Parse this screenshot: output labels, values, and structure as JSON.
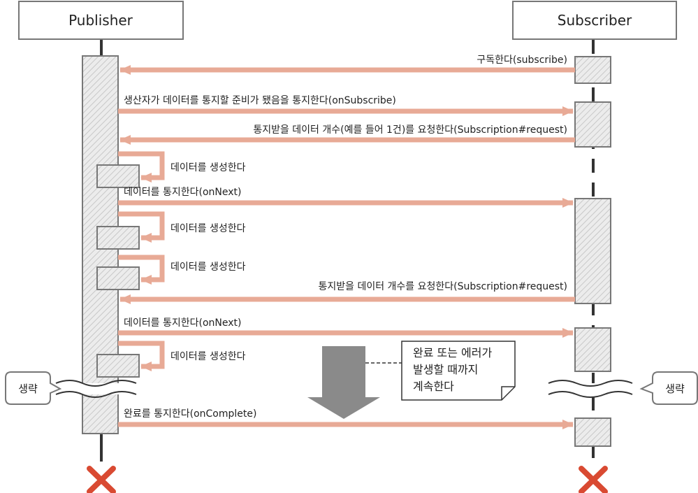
{
  "participants": {
    "publisher": "Publisher",
    "subscriber": "Subscriber"
  },
  "messages": {
    "subscribe": "구독한다(subscribe)",
    "on_subscribe": "생산자가 데이터를 통지할 준비가 됐음을 통지한다(onSubscribe)",
    "request_1": "통지받을 데이터 개수(예를 들어 1건)를 요청한다(Subscription#request)",
    "generate_1": "데이터를 생성한다",
    "on_next_1": "데이터를 통지한다(onNext)",
    "generate_2": "데이터를 생성한다",
    "generate_3": "데이터를 생성한다",
    "request_2": "통지받을 데이터 개수를 요청한다(Subscription#request)",
    "on_next_2": "데이터를 통지한다(onNext)",
    "generate_4": "데이터를 생성한다",
    "on_complete": "완료를 통지한다(onComplete)"
  },
  "note": {
    "line1": "완료 또는 에러가",
    "line2": "발생할 때까지",
    "line3": "계속한다"
  },
  "omitted": {
    "left": "생략",
    "right": "생략"
  },
  "colors": {
    "arrow": "#e8aa96",
    "activation_fill": "#e6e6e6",
    "box_border": "#777777",
    "lifeline": "#333333",
    "big_arrow": "#8a8a8a",
    "terminate_x": "#d94a32"
  }
}
